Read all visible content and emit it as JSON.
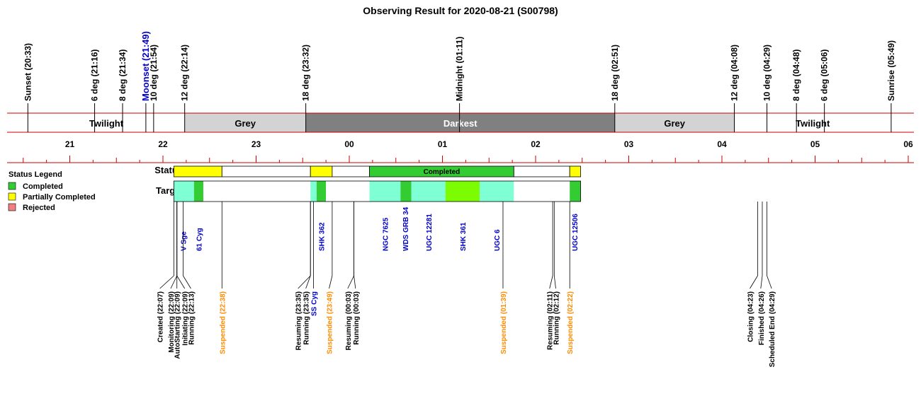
{
  "chart_data": {
    "type": "timeline",
    "title": "Observing Result for 2020-08-21 (S00798)",
    "hour_ticks": [
      "21",
      "22",
      "23",
      "00",
      "01",
      "02",
      "03",
      "04",
      "05",
      "06"
    ],
    "events": [
      {
        "label": "Sunset (20:33)",
        "time": "20:33"
      },
      {
        "label": "6 deg (21:16)",
        "time": "21:16"
      },
      {
        "label": "8 deg (21:34)",
        "time": "21:34"
      },
      {
        "label": "Moonset (21:49)",
        "time": "21:49",
        "moon": true
      },
      {
        "label": "10 deg (21:54)",
        "time": "21:54"
      },
      {
        "label": "12 deg (22:14)",
        "time": "22:14"
      },
      {
        "label": "18 deg (23:32)",
        "time": "23:32"
      },
      {
        "label": "Midnight (01:11)",
        "time": "01:11"
      },
      {
        "label": "18 deg (02:51)",
        "time": "02:51"
      },
      {
        "label": "12 deg (04:08)",
        "time": "04:08"
      },
      {
        "label": "10 deg (04:29)",
        "time": "04:29"
      },
      {
        "label": "8 deg (04:48)",
        "time": "04:48"
      },
      {
        "label": "6 deg (05:06)",
        "time": "05:06"
      },
      {
        "label": "Sunrise (05:49)",
        "time": "05:49"
      }
    ],
    "bands": [
      {
        "label": "Twilight",
        "start": "20:33",
        "end": "22:14",
        "color": "#ffffff"
      },
      {
        "label": "Grey",
        "start": "22:14",
        "end": "23:32",
        "color": "#d3d3d3"
      },
      {
        "label": "Darkest",
        "start": "23:32",
        "end": "02:51",
        "color": "#808080"
      },
      {
        "label": "Grey",
        "start": "02:51",
        "end": "04:08",
        "color": "#d3d3d3"
      },
      {
        "label": "Twilight",
        "start": "04:08",
        "end": "05:49",
        "color": "#ffffff"
      }
    ],
    "legend": {
      "title": "Status Legend",
      "items": [
        {
          "label": "Completed",
          "color": "#33cc33"
        },
        {
          "label": "Partially Completed",
          "color": "#ffff00"
        },
        {
          "label": "Rejected",
          "color": "#f08080"
        }
      ]
    },
    "row_labels": {
      "status": "Status",
      "targets": "Targets"
    },
    "status_blocks": [
      {
        "start": "22:07",
        "end": "22:38",
        "color": "#ffff00",
        "label": ""
      },
      {
        "start": "22:38",
        "end": "23:35",
        "color": "#ffffff",
        "label": ""
      },
      {
        "start": "23:35",
        "end": "23:49",
        "color": "#ffff00",
        "label": ""
      },
      {
        "start": "23:49",
        "end": "00:13",
        "color": "#ffffff",
        "label": ""
      },
      {
        "start": "00:13",
        "end": "01:46",
        "color": "#33cc33",
        "label": "Completed"
      },
      {
        "start": "01:46",
        "end": "02:22",
        "color": "#ffffff",
        "label": ""
      },
      {
        "start": "02:22",
        "end": "02:29",
        "color": "#ffff00",
        "label": ""
      }
    ],
    "target_blocks": [
      {
        "start": "22:07",
        "end": "22:20",
        "color": "#7fffd4"
      },
      {
        "start": "22:20",
        "end": "22:26",
        "color": "#33cc33"
      },
      {
        "start": "22:26",
        "end": "23:35",
        "color": "#ffffff"
      },
      {
        "start": "23:35",
        "end": "23:39",
        "color": "#7fffd4"
      },
      {
        "start": "23:39",
        "end": "23:45",
        "color": "#33cc33"
      },
      {
        "start": "23:45",
        "end": "00:13",
        "color": "#ffffff"
      },
      {
        "start": "00:13",
        "end": "00:33",
        "color": "#7fffd4"
      },
      {
        "start": "00:33",
        "end": "00:40",
        "color": "#33cc33"
      },
      {
        "start": "00:40",
        "end": "01:02",
        "color": "#7fffd4"
      },
      {
        "start": "01:02",
        "end": "01:24",
        "color": "#7cfc00"
      },
      {
        "start": "01:24",
        "end": "01:46",
        "color": "#7fffd4"
      },
      {
        "start": "01:46",
        "end": "02:22",
        "color": "#ffffff"
      },
      {
        "start": "02:22",
        "end": "02:29",
        "color": "#33cc33"
      }
    ],
    "target_labels": [
      {
        "label": "V Sge",
        "time": "22:13"
      },
      {
        "label": "61 Cyg",
        "time": "22:23"
      },
      {
        "label": "SHK 362",
        "time": "23:42"
      },
      {
        "label": "NGC 7625",
        "time": "00:23"
      },
      {
        "label": "WDS GRB 34",
        "time": "00:36"
      },
      {
        "label": "UGC 12281",
        "time": "00:51"
      },
      {
        "label": "SHK 361",
        "time": "01:13"
      },
      {
        "label": "UGC 6",
        "time": "01:35"
      },
      {
        "label": "UGC 12506",
        "time": "02:25"
      }
    ],
    "log_events": [
      {
        "label": "Created (22:07)",
        "time": "22:07",
        "color": "#000000",
        "text_time": "21:58"
      },
      {
        "label": "Monitoring (22:09)",
        "time": "22:09",
        "color": "#000000",
        "text_time": "22:05"
      },
      {
        "label": "AutoStarting (22:09)",
        "time": "22:09",
        "color": "#000000",
        "text_time": "22:09"
      },
      {
        "label": "Initiating (22:09)",
        "time": "22:09",
        "color": "#000000",
        "text_time": "22:14"
      },
      {
        "label": "Running (22:13)",
        "time": "22:13",
        "color": "#000000",
        "text_time": "22:18"
      },
      {
        "label": "Suspended (22:38)",
        "time": "22:38",
        "color": "#ff8c00",
        "text_time": "22:38"
      },
      {
        "label": "Resuming (23:35)",
        "time": "23:35",
        "color": "#000000",
        "text_time": "23:27"
      },
      {
        "label": "Running (23:35)",
        "time": "23:35",
        "color": "#000000",
        "text_time": "23:32"
      },
      {
        "label": "SS Cyg",
        "time": "23:37",
        "color": "#0000cd",
        "text_time": "23:37"
      },
      {
        "label": "Suspended (23:49)",
        "time": "23:49",
        "color": "#ff8c00",
        "text_time": "23:47"
      },
      {
        "label": "Resuming (00:03)",
        "time": "00:03",
        "color": "#000000",
        "text_time": "23:59"
      },
      {
        "label": "Running (00:03)",
        "time": "00:03",
        "color": "#000000",
        "text_time": "00:04"
      },
      {
        "label": "Suspended (01:39)",
        "time": "01:39",
        "color": "#ff8c00",
        "text_time": "01:39"
      },
      {
        "label": "Resuming (02:11)",
        "time": "02:11",
        "color": "#000000",
        "text_time": "02:09"
      },
      {
        "label": "Running (02:12)",
        "time": "02:12",
        "color": "#000000",
        "text_time": "02:13"
      },
      {
        "label": "Suspended (02:22)",
        "time": "02:22",
        "color": "#ff8c00",
        "text_time": "02:22"
      },
      {
        "label": "Closing (04:23)",
        "time": "04:23",
        "color": "#000000",
        "text_time": "04:18"
      },
      {
        "label": "Finished (04:26)",
        "time": "04:26",
        "color": "#000000",
        "text_time": "04:25"
      },
      {
        "label": "Scheduled End (04:29)",
        "time": "04:29",
        "color": "#000000",
        "text_time": "04:32"
      }
    ]
  }
}
